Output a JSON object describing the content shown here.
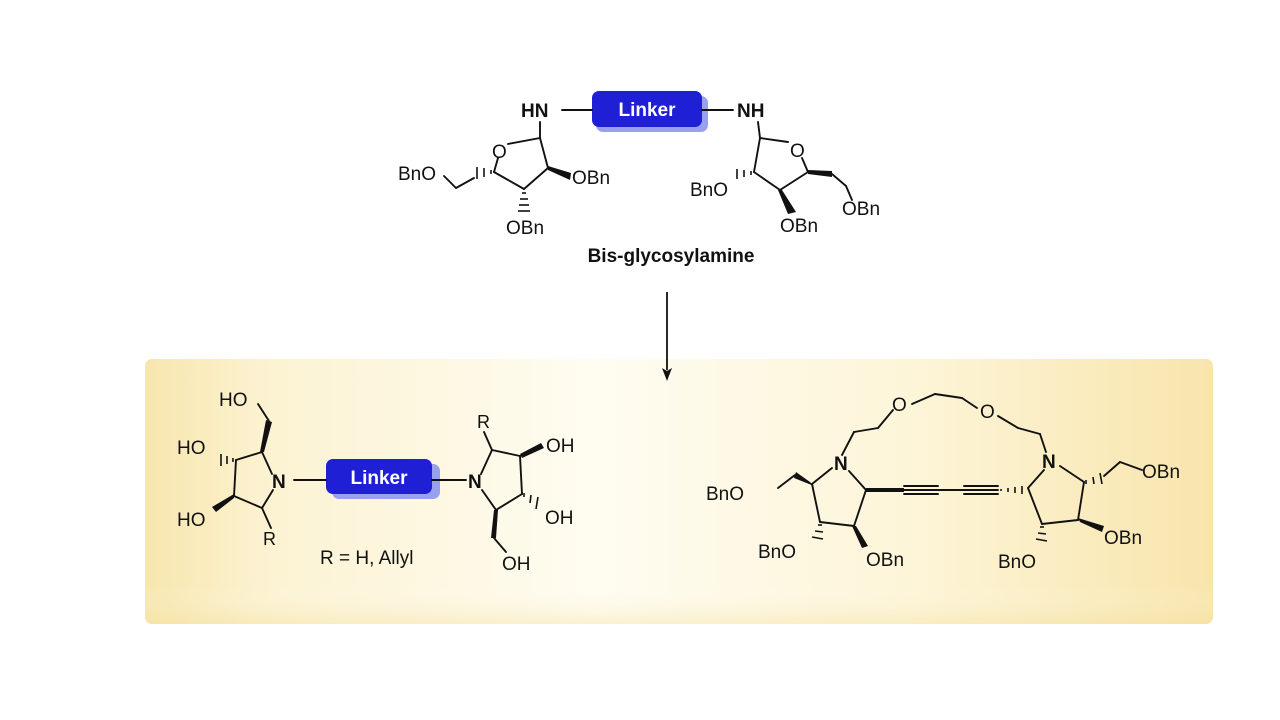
{
  "colors": {
    "linker_fill": "#1f1fd6",
    "linker_shadow": "#9aa0f0",
    "panel_light": "#fffbec",
    "panel_dark": "#f8e7b0",
    "text": "#111111"
  },
  "starting_material": {
    "name": "Bis-glycosylamine",
    "linker_label": "Linker",
    "left_nh": "HN",
    "right_nh": "NH",
    "left_labels": {
      "c5": "BnO",
      "c2": "OBn",
      "c3": "OBn",
      "ring_o": "O"
    },
    "right_labels": {
      "c3": "BnO",
      "c2": "OBn",
      "c5": "OBn",
      "ring_o": "O"
    }
  },
  "product_panel": {
    "left_product": {
      "linker_label": "Linker",
      "n_label": "N",
      "hydroxyls": [
        "HO",
        "HO",
        "HO",
        "OH",
        "OH",
        "OH"
      ],
      "r_label": "R",
      "r_definition": "R = H, Allyl"
    },
    "right_product": {
      "n_label": "N",
      "ether_o": "O",
      "benzyloxy": [
        "BnO",
        "BnO",
        "OBn",
        "OBn",
        "BnO",
        "OBn"
      ]
    }
  }
}
